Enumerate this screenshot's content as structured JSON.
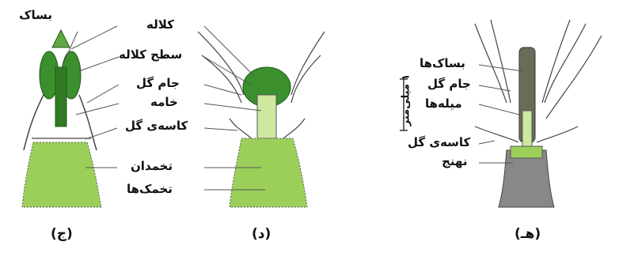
{
  "panel_j": {
    "caption": "(ج)",
    "labels": {
      "anther": "بساک",
      "stigma": "کلاله",
      "stigma_surface": "سطح کلاله",
      "corolla": "جام گل",
      "style": "خامه",
      "calyx": "کاسه‌ی گل",
      "ovary": "تخمدان",
      "ovules": "تخمک‌ها"
    }
  },
  "panel_d": {
    "caption": "(د)"
  },
  "panel_h": {
    "caption": "(هـ)",
    "labels": {
      "anthers": "بساک‌ها",
      "corolla": "جام گل",
      "filaments": "میله‌ها",
      "calyx": "کاسه‌ی گل",
      "receptacle": "نهنج"
    },
    "scale_label": "۱ میلی‌متر"
  },
  "colors": {
    "tissue_green": "#9ccf5a",
    "dark_green": "#2f7a22",
    "light_green": "#cfe8a0",
    "line": "#555555"
  }
}
